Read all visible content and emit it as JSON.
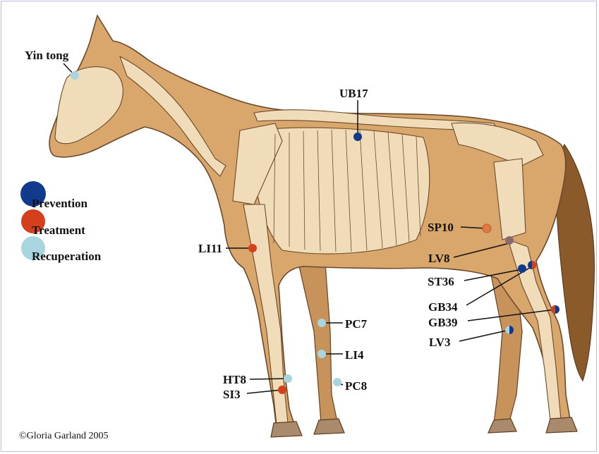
{
  "legend": [
    {
      "label": "Prevention",
      "color": "#123a8c"
    },
    {
      "label": "Treatment",
      "color": "#d5401c"
    },
    {
      "label": "Recuperation",
      "color": "#a8d5df"
    }
  ],
  "points": [
    {
      "label": "Yin tong",
      "kinds": [
        "recuperation"
      ]
    },
    {
      "label": "UB17",
      "kinds": [
        "prevention"
      ]
    },
    {
      "label": "LI11",
      "kinds": [
        "treatment"
      ]
    },
    {
      "label": "SP10",
      "kinds": [
        "treatment"
      ]
    },
    {
      "label": "LV8",
      "kinds": [
        "prevention",
        "treatment",
        "recuperation"
      ]
    },
    {
      "label": "ST36",
      "kinds": [
        "prevention"
      ]
    },
    {
      "label": "GB34",
      "kinds": [
        "prevention",
        "treatment"
      ]
    },
    {
      "label": "GB39",
      "kinds": [
        "prevention",
        "treatment"
      ]
    },
    {
      "label": "LV3",
      "kinds": [
        "prevention",
        "recuperation"
      ]
    },
    {
      "label": "PC7",
      "kinds": [
        "recuperation"
      ]
    },
    {
      "label": "LI4",
      "kinds": [
        "recuperation"
      ]
    },
    {
      "label": "PC8",
      "kinds": [
        "recuperation"
      ]
    },
    {
      "label": "HT8",
      "kinds": [
        "recuperation"
      ]
    },
    {
      "label": "SI3",
      "kinds": [
        "treatment"
      ]
    }
  ],
  "credit": "©Gloria Garland 2005",
  "colors": {
    "body": "#d9a66c",
    "bone": "#f1dcb9",
    "outline": "#6b4a2a",
    "tail": "#8a5a2b",
    "hoof": "#a98a6c"
  }
}
